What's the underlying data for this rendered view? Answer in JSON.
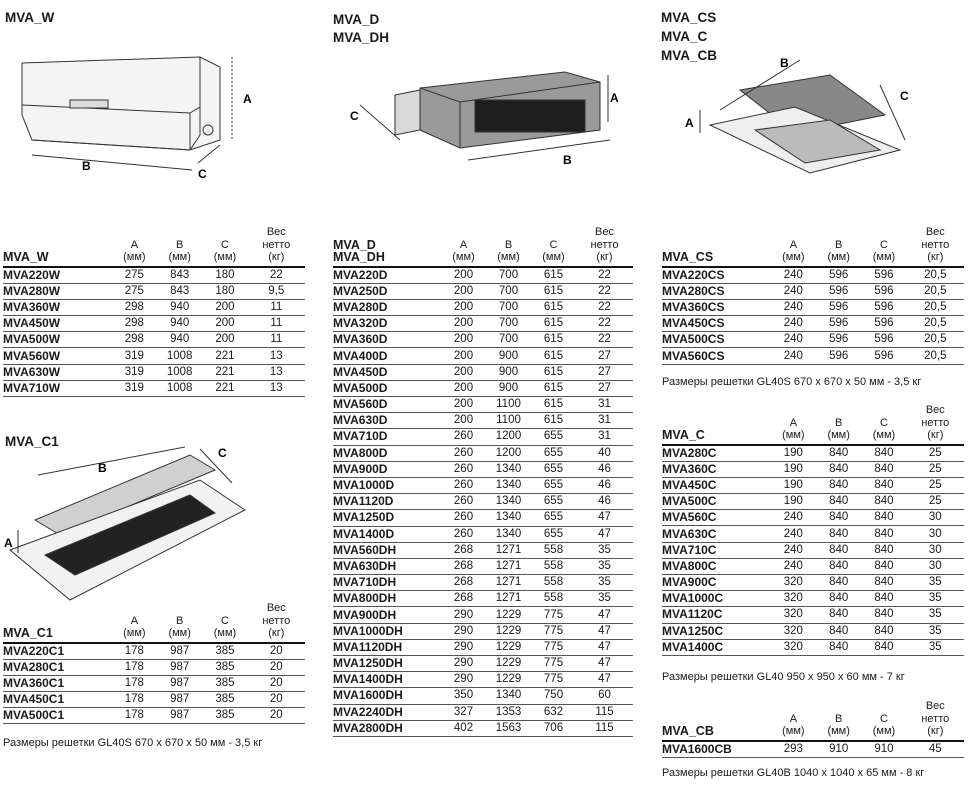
{
  "titles": {
    "w": "MVA_W",
    "d": "MVA_D",
    "dh": "MVA_DH",
    "cs": "MVA_CS",
    "c": "MVA_C",
    "cb": "MVA_CB",
    "c1": "MVA_C1"
  },
  "dims": {
    "a": "A",
    "b": "B",
    "c": "C"
  },
  "headers": {
    "a1": "A",
    "b1": "B",
    "c1": "C",
    "mm": "(мм)",
    "w1": "Вес",
    "w2": "нетто",
    "w3": "(кг)"
  },
  "table_w": {
    "title": "MVA_W",
    "rows": [
      [
        "MVA220W",
        "275",
        "843",
        "180",
        "22"
      ],
      [
        "MVA280W",
        "275",
        "843",
        "180",
        "9,5"
      ],
      [
        "MVA360W",
        "298",
        "940",
        "200",
        "11"
      ],
      [
        "MVA450W",
        "298",
        "940",
        "200",
        "11"
      ],
      [
        "MVA500W",
        "298",
        "940",
        "200",
        "11"
      ],
      [
        "MVA560W",
        "319",
        "1008",
        "221",
        "13"
      ],
      [
        "MVA630W",
        "319",
        "1008",
        "221",
        "13"
      ],
      [
        "MVA710W",
        "319",
        "1008",
        "221",
        "13"
      ]
    ]
  },
  "table_c1": {
    "title": "MVA_C1",
    "rows": [
      [
        "MVA220C1",
        "178",
        "987",
        "385",
        "20"
      ],
      [
        "MVA280C1",
        "178",
        "987",
        "385",
        "20"
      ],
      [
        "MVA360C1",
        "178",
        "987",
        "385",
        "20"
      ],
      [
        "MVA450C1",
        "178",
        "987",
        "385",
        "20"
      ],
      [
        "MVA500C1",
        "178",
        "987",
        "385",
        "20"
      ]
    ],
    "note": "Размеры решетки GL40S 670 x 670 x 50 мм - 3,5 кг"
  },
  "table_d": {
    "title1": "MVA_D",
    "title2": "MVA_DH",
    "rows": [
      [
        "MVA220D",
        "200",
        "700",
        "615",
        "22"
      ],
      [
        "MVA250D",
        "200",
        "700",
        "615",
        "22"
      ],
      [
        "MVA280D",
        "200",
        "700",
        "615",
        "22"
      ],
      [
        "MVA320D",
        "200",
        "700",
        "615",
        "22"
      ],
      [
        "MVA360D",
        "200",
        "700",
        "615",
        "22"
      ],
      [
        "MVA400D",
        "200",
        "900",
        "615",
        "27"
      ],
      [
        "MVA450D",
        "200",
        "900",
        "615",
        "27"
      ],
      [
        "MVA500D",
        "200",
        "900",
        "615",
        "27"
      ],
      [
        "MVA560D",
        "200",
        "1100",
        "615",
        "31"
      ],
      [
        "MVA630D",
        "200",
        "1100",
        "615",
        "31"
      ],
      [
        "MVA710D",
        "260",
        "1200",
        "655",
        "31"
      ],
      [
        "MVA800D",
        "260",
        "1200",
        "655",
        "40"
      ],
      [
        "MVA900D",
        "260",
        "1340",
        "655",
        "46"
      ],
      [
        "MVA1000D",
        "260",
        "1340",
        "655",
        "46"
      ],
      [
        "MVA1120D",
        "260",
        "1340",
        "655",
        "46"
      ],
      [
        "MVA1250D",
        "260",
        "1340",
        "655",
        "47"
      ],
      [
        "MVA1400D",
        "260",
        "1340",
        "655",
        "47"
      ],
      [
        "MVA560DH",
        "268",
        "1271",
        "558",
        "35"
      ],
      [
        "MVA630DH",
        "268",
        "1271",
        "558",
        "35"
      ],
      [
        "MVA710DH",
        "268",
        "1271",
        "558",
        "35"
      ],
      [
        "MVA800DH",
        "268",
        "1271",
        "558",
        "35"
      ],
      [
        "MVA900DH",
        "290",
        "1229",
        "775",
        "47"
      ],
      [
        "MVA1000DH",
        "290",
        "1229",
        "775",
        "47"
      ],
      [
        "MVA1120DH",
        "290",
        "1229",
        "775",
        "47"
      ],
      [
        "MVA1250DH",
        "290",
        "1229",
        "775",
        "47"
      ],
      [
        "MVA1400DH",
        "290",
        "1229",
        "775",
        "47"
      ],
      [
        "MVA1600DH",
        "350",
        "1340",
        "750",
        "60"
      ],
      [
        "MVA2240DH",
        "327",
        "1353",
        "632",
        "115"
      ],
      [
        "MVA2800DH",
        "402",
        "1563",
        "706",
        "115"
      ]
    ]
  },
  "table_cs": {
    "title": "MVA_CS",
    "rows": [
      [
        "MVA220CS",
        "240",
        "596",
        "596",
        "20,5"
      ],
      [
        "MVA280CS",
        "240",
        "596",
        "596",
        "20,5"
      ],
      [
        "MVA360CS",
        "240",
        "596",
        "596",
        "20,5"
      ],
      [
        "MVA450CS",
        "240",
        "596",
        "596",
        "20,5"
      ],
      [
        "MVA500CS",
        "240",
        "596",
        "596",
        "20,5"
      ],
      [
        "MVA560CS",
        "240",
        "596",
        "596",
        "20,5"
      ]
    ],
    "note": "Размеры решетки GL40S 670 x 670 x 50 мм - 3,5 кг"
  },
  "table_c": {
    "title": "MVA_C",
    "rows": [
      [
        "MVA280C",
        "190",
        "840",
        "840",
        "25"
      ],
      [
        "MVA360C",
        "190",
        "840",
        "840",
        "25"
      ],
      [
        "MVA450C",
        "190",
        "840",
        "840",
        "25"
      ],
      [
        "MVA500C",
        "190",
        "840",
        "840",
        "25"
      ],
      [
        "MVA560C",
        "240",
        "840",
        "840",
        "30"
      ],
      [
        "MVA630C",
        "240",
        "840",
        "840",
        "30"
      ],
      [
        "MVA710C",
        "240",
        "840",
        "840",
        "30"
      ],
      [
        "MVA800C",
        "240",
        "840",
        "840",
        "30"
      ],
      [
        "MVA900C",
        "320",
        "840",
        "840",
        "35"
      ],
      [
        "MVA1000C",
        "320",
        "840",
        "840",
        "35"
      ],
      [
        "MVA1120C",
        "320",
        "840",
        "840",
        "35"
      ],
      [
        "MVA1250C",
        "320",
        "840",
        "840",
        "35"
      ],
      [
        "MVA1400C",
        "320",
        "840",
        "840",
        "35"
      ]
    ],
    "note": "Размеры решетки GL40 950 x 950 x 60 мм - 7 кг"
  },
  "table_cb": {
    "title": "MVA_CB",
    "rows": [
      [
        "MVA1600CB",
        "293",
        "910",
        "910",
        "45"
      ]
    ],
    "note": "Размеры решетки GL40B 1040 x 1040 x 65 мм - 8 кг"
  }
}
